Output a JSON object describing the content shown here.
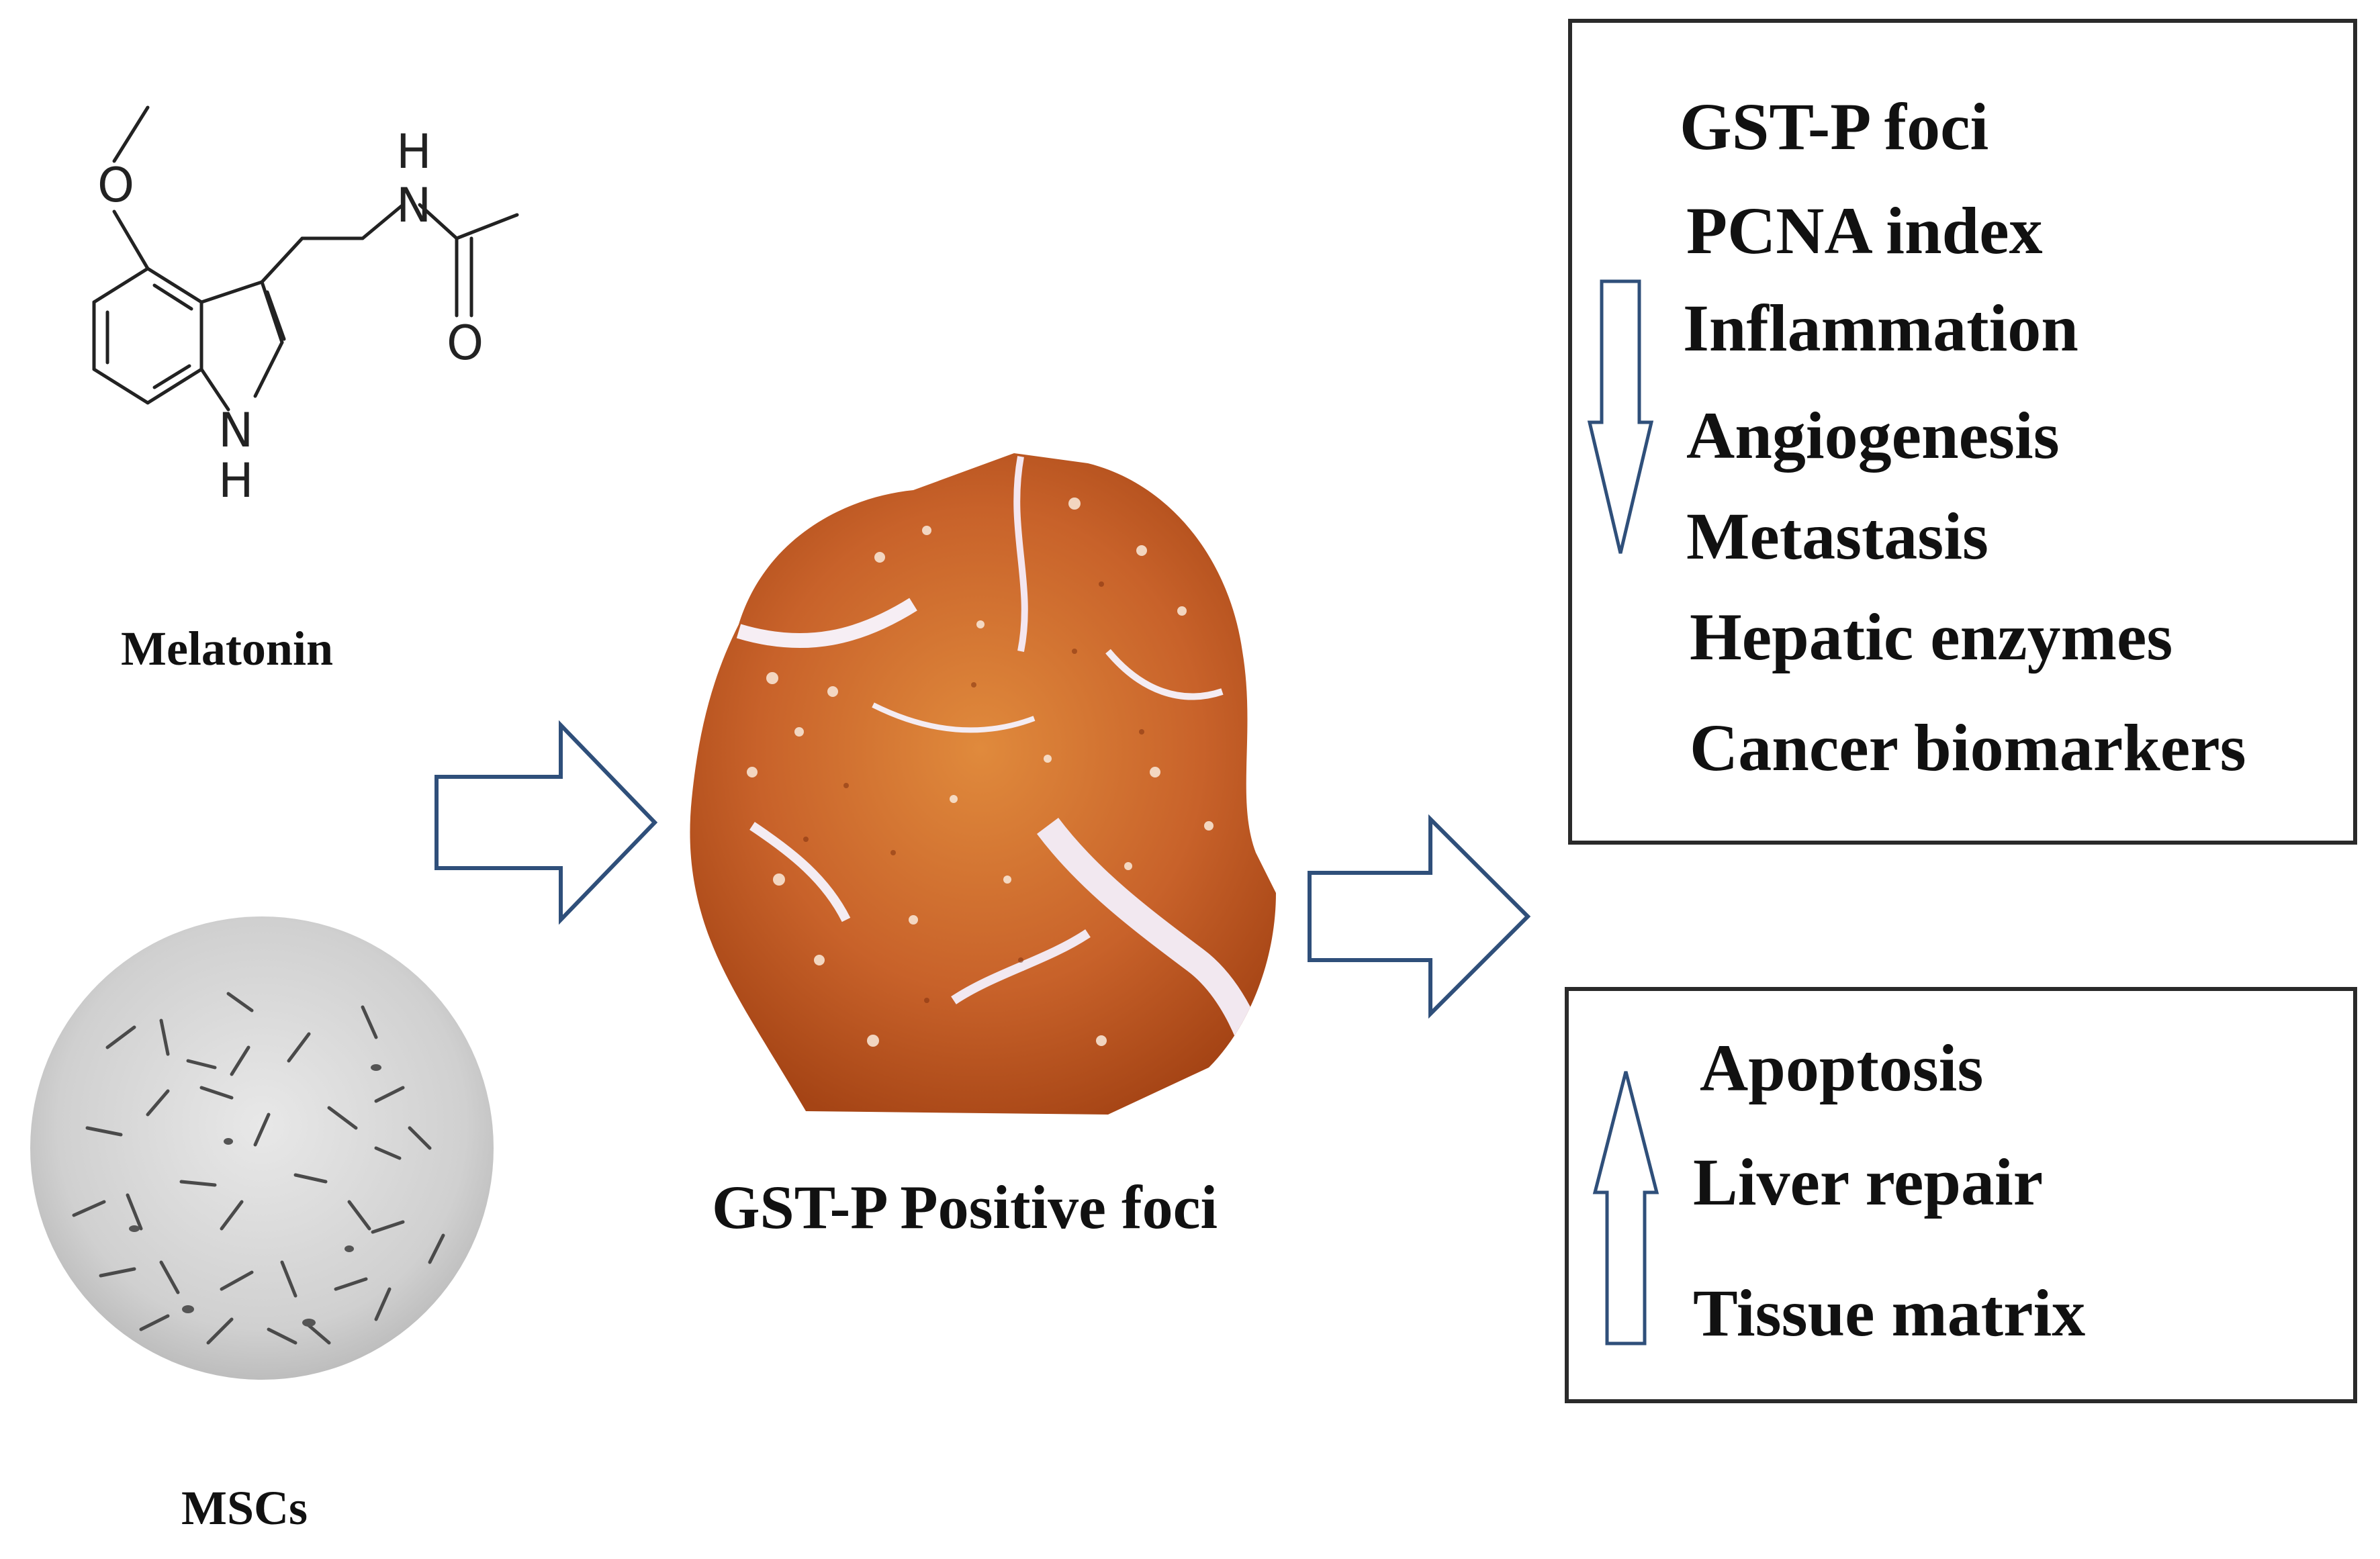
{
  "diagram": {
    "melatonin": {
      "label": "Melatonin",
      "atom_labels": [
        "O",
        "H",
        "N",
        "O",
        "N",
        "H"
      ]
    },
    "mscs": {
      "label": "MSCs"
    },
    "center": {
      "label": "GST-P Positive foci"
    },
    "decrease_box": {
      "direction": "down",
      "items": [
        "GST-P foci",
        "PCNA index",
        "Inflammation",
        "Angiogenesis",
        "Metastasis",
        "Hepatic enzymes",
        "Cancer biomarkers"
      ]
    },
    "increase_box": {
      "direction": "up",
      "items": [
        "Apoptosis",
        "Liver repair",
        "Tissue matrix"
      ]
    },
    "colors": {
      "arrow_stroke": "#2f4f7a",
      "tissue_brown": "#b5501a",
      "tissue_light": "#e08a3c",
      "box_border": "#2a2a2a",
      "cell_bg": "#d9d9d9"
    },
    "icons": [
      "melatonin-structure-icon",
      "msc-microscopy-icon",
      "liver-tissue-icon",
      "right-arrow-icon",
      "down-arrow-icon",
      "up-arrow-icon"
    ]
  }
}
